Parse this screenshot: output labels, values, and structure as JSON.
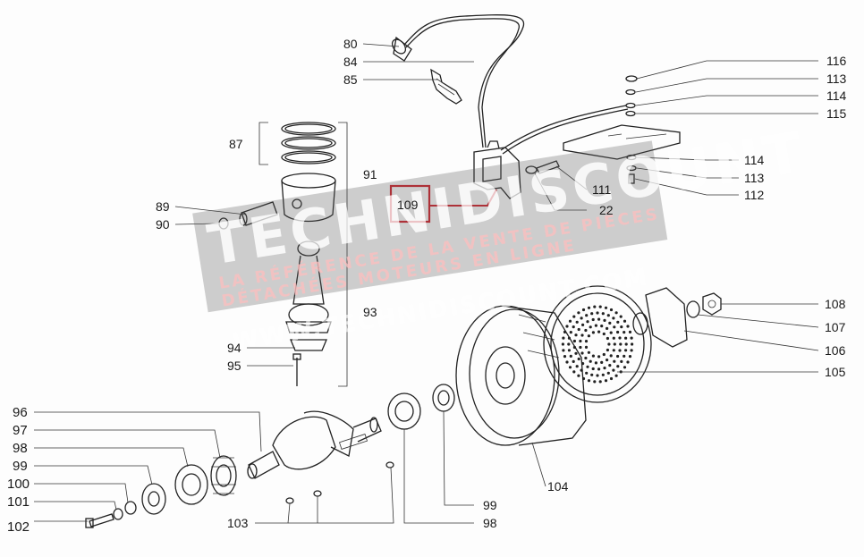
{
  "diagram": {
    "labels": {
      "p80": "80",
      "p84": "84",
      "p85": "85",
      "p87": "87",
      "p89": "89",
      "p90": "90",
      "p91": "91",
      "p93": "93",
      "p94": "94",
      "p95": "95",
      "p96": "96",
      "p97": "97",
      "p98a": "98",
      "p99a": "99",
      "p100": "100",
      "p101": "101",
      "p102": "102",
      "p103": "103",
      "p99b": "99",
      "p98b": "98",
      "p104": "104",
      "p105": "105",
      "p106": "106",
      "p107": "107",
      "p108": "108",
      "p109": "109",
      "p111": "111",
      "p22": "22",
      "p112": "112",
      "p113a": "113",
      "p114a": "114",
      "p116": "116",
      "p113b": "113",
      "p114b": "114",
      "p115": "115"
    },
    "highlight_color": "#d0202a"
  },
  "watermark": {
    "line1": "TECHNIDISCOUNT",
    "line2": "LA RÉFÉRENCE DE LA VENTE DE PIÈCES",
    "line3": "DÉTACHÉES MOTEURS EN LIGNE",
    "line4": "WWW.TECHNIDISCOUNT.COM"
  }
}
